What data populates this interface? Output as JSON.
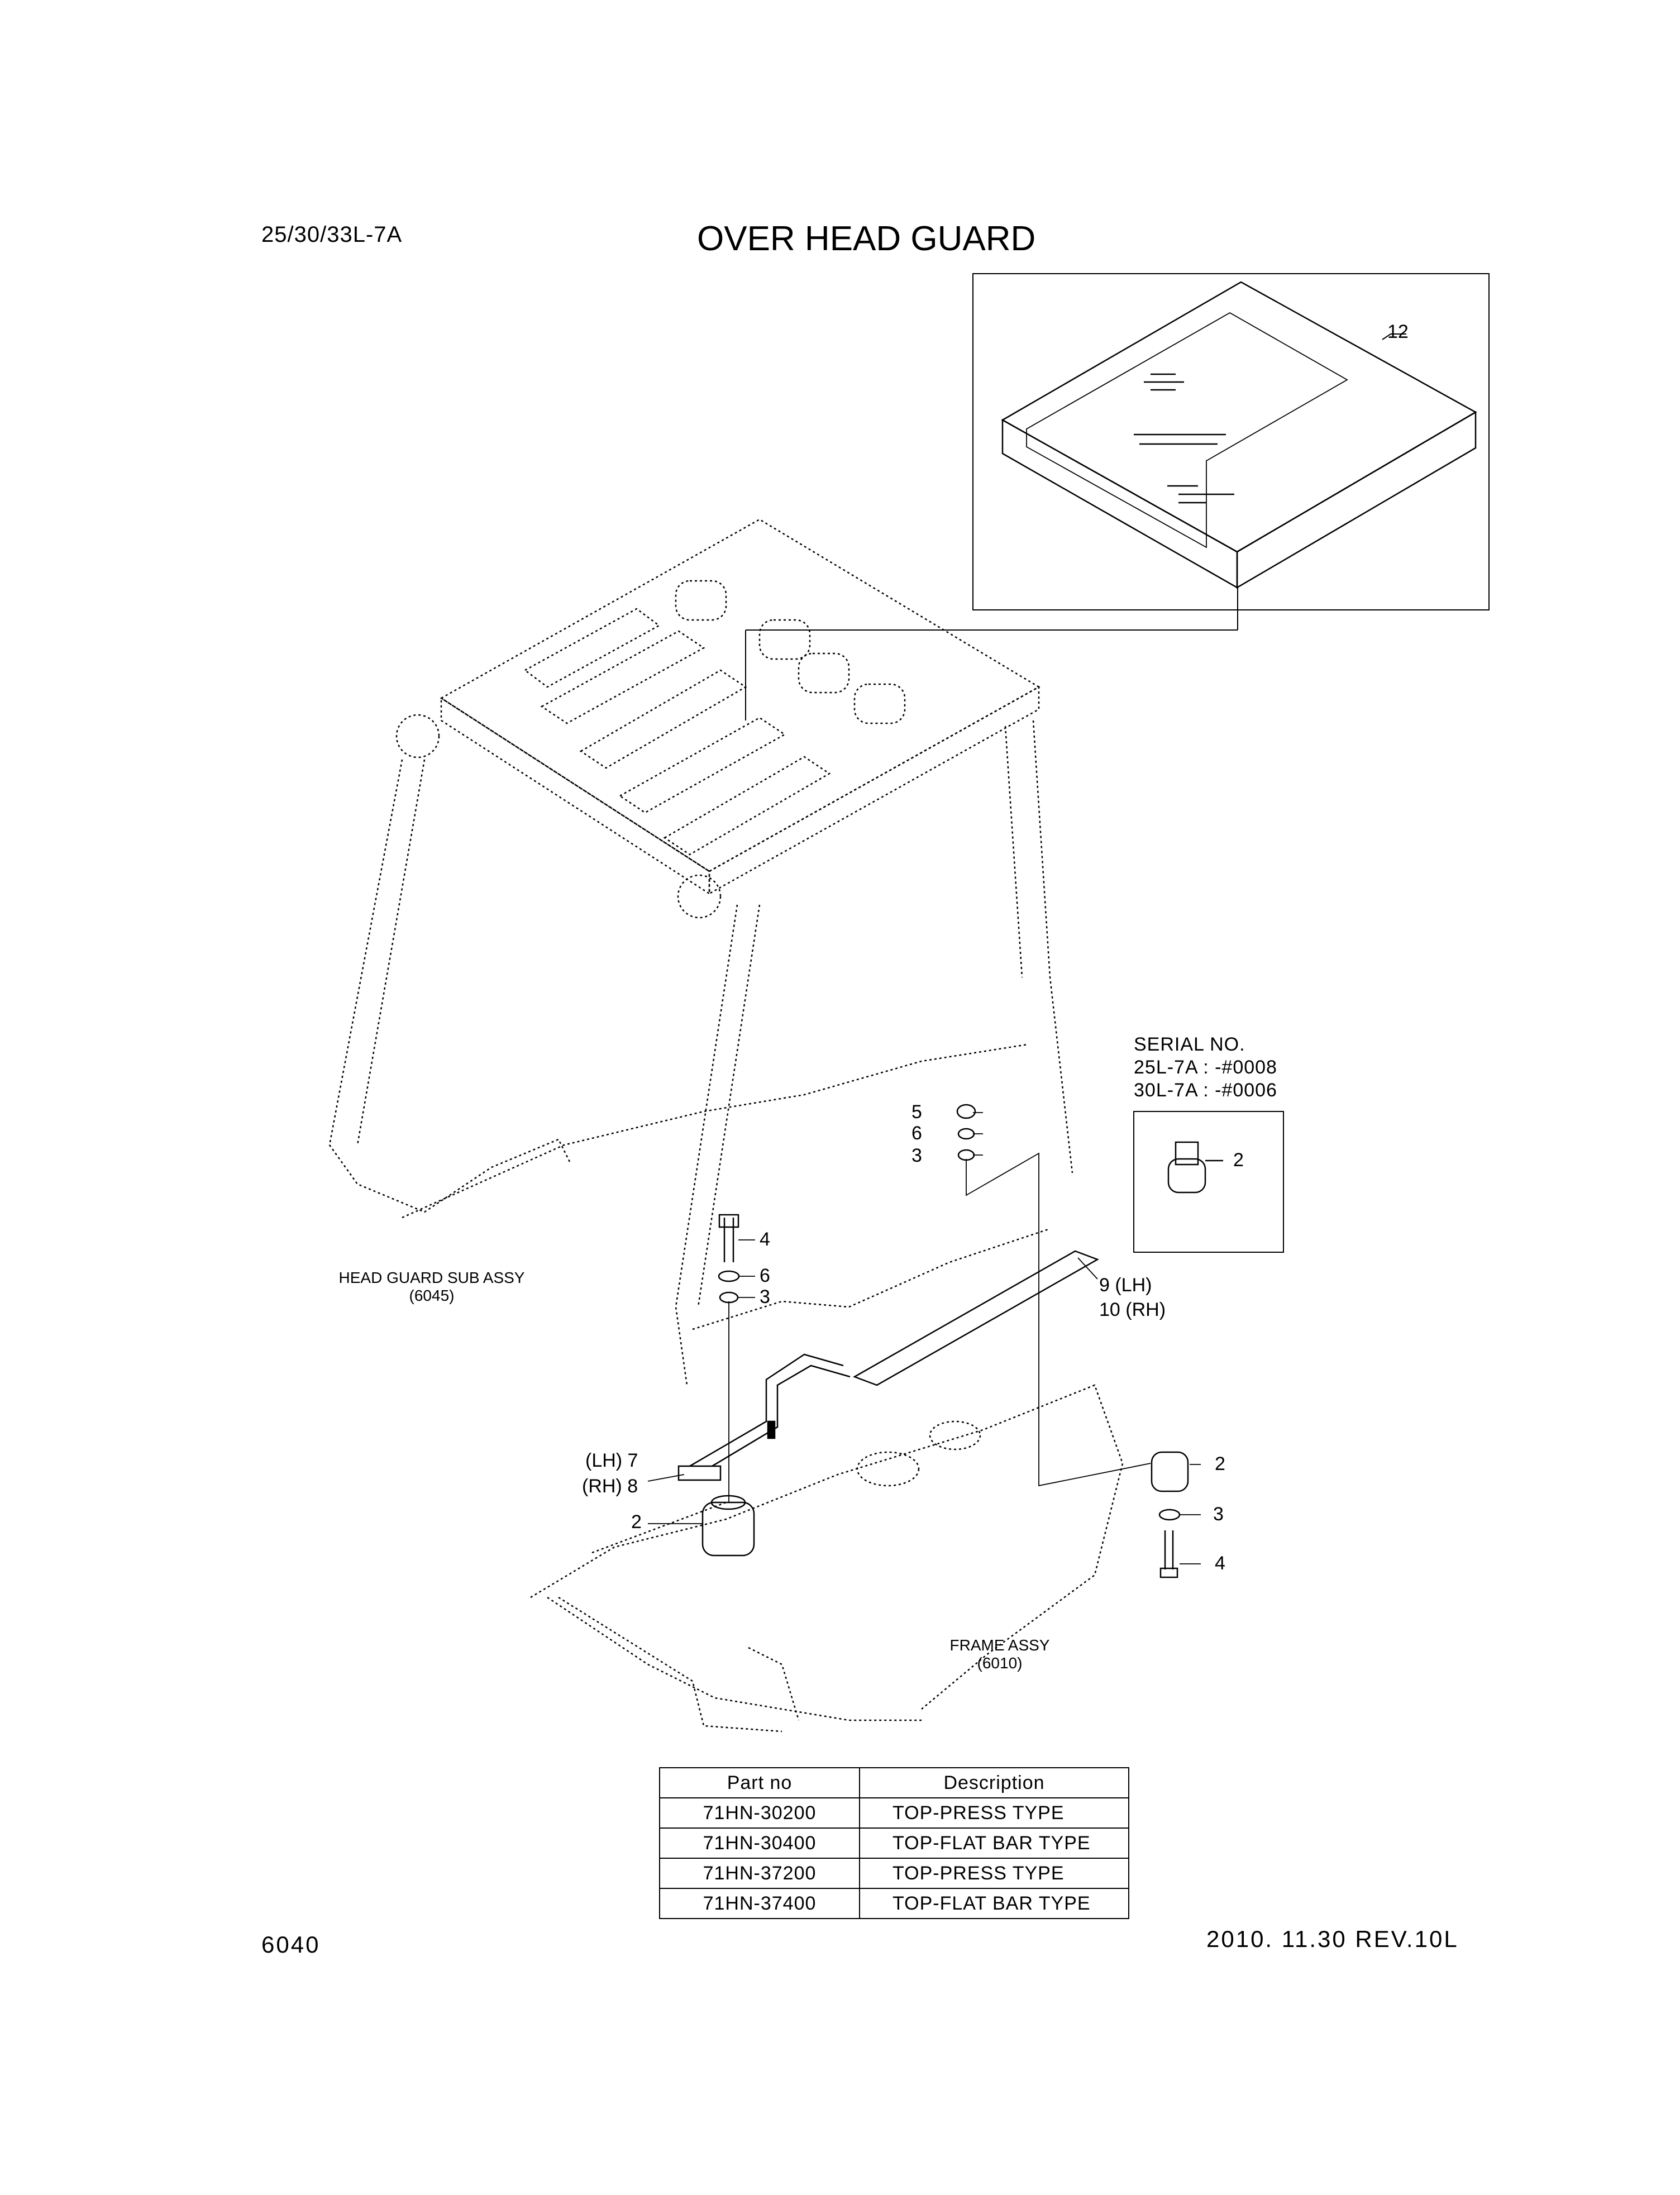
{
  "header": {
    "model": "25/30/33L-7A",
    "title": "OVER HEAD GUARD"
  },
  "callouts": {
    "c12": "12",
    "c5": "5",
    "c6a": "6",
    "c3a": "3",
    "c4a": "4",
    "c6b": "6",
    "c3b": "3",
    "c9": "9 (LH)",
    "c10": "10 (RH)",
    "c7": "(LH) 7",
    "c8": "(RH) 8",
    "c2a": "2",
    "c2b": "2",
    "c3c": "3",
    "c4b": "4",
    "c2c": "2"
  },
  "assemblies": {
    "head_guard_name": "HEAD GUARD SUB ASSY",
    "head_guard_code": "(6045)",
    "frame_name": "FRAME ASSY",
    "frame_code": "(6010)"
  },
  "serial": {
    "title": "SERIAL NO.",
    "line1": "25L-7A : -#0008",
    "line2": "30L-7A : -#0006"
  },
  "parts_table": {
    "headers": [
      "Part no",
      "Description"
    ],
    "rows": [
      {
        "part": "71HN-30200",
        "desc": "TOP-PRESS TYPE"
      },
      {
        "part": "71HN-30400",
        "desc": "TOP-FLAT BAR TYPE"
      },
      {
        "part": "71HN-37200",
        "desc": "TOP-PRESS TYPE"
      },
      {
        "part": "71HN-37400",
        "desc": "TOP-FLAT BAR TYPE"
      }
    ]
  },
  "footer": {
    "page_no": "6040",
    "revision": "2010. 11.30  REV.10L"
  }
}
